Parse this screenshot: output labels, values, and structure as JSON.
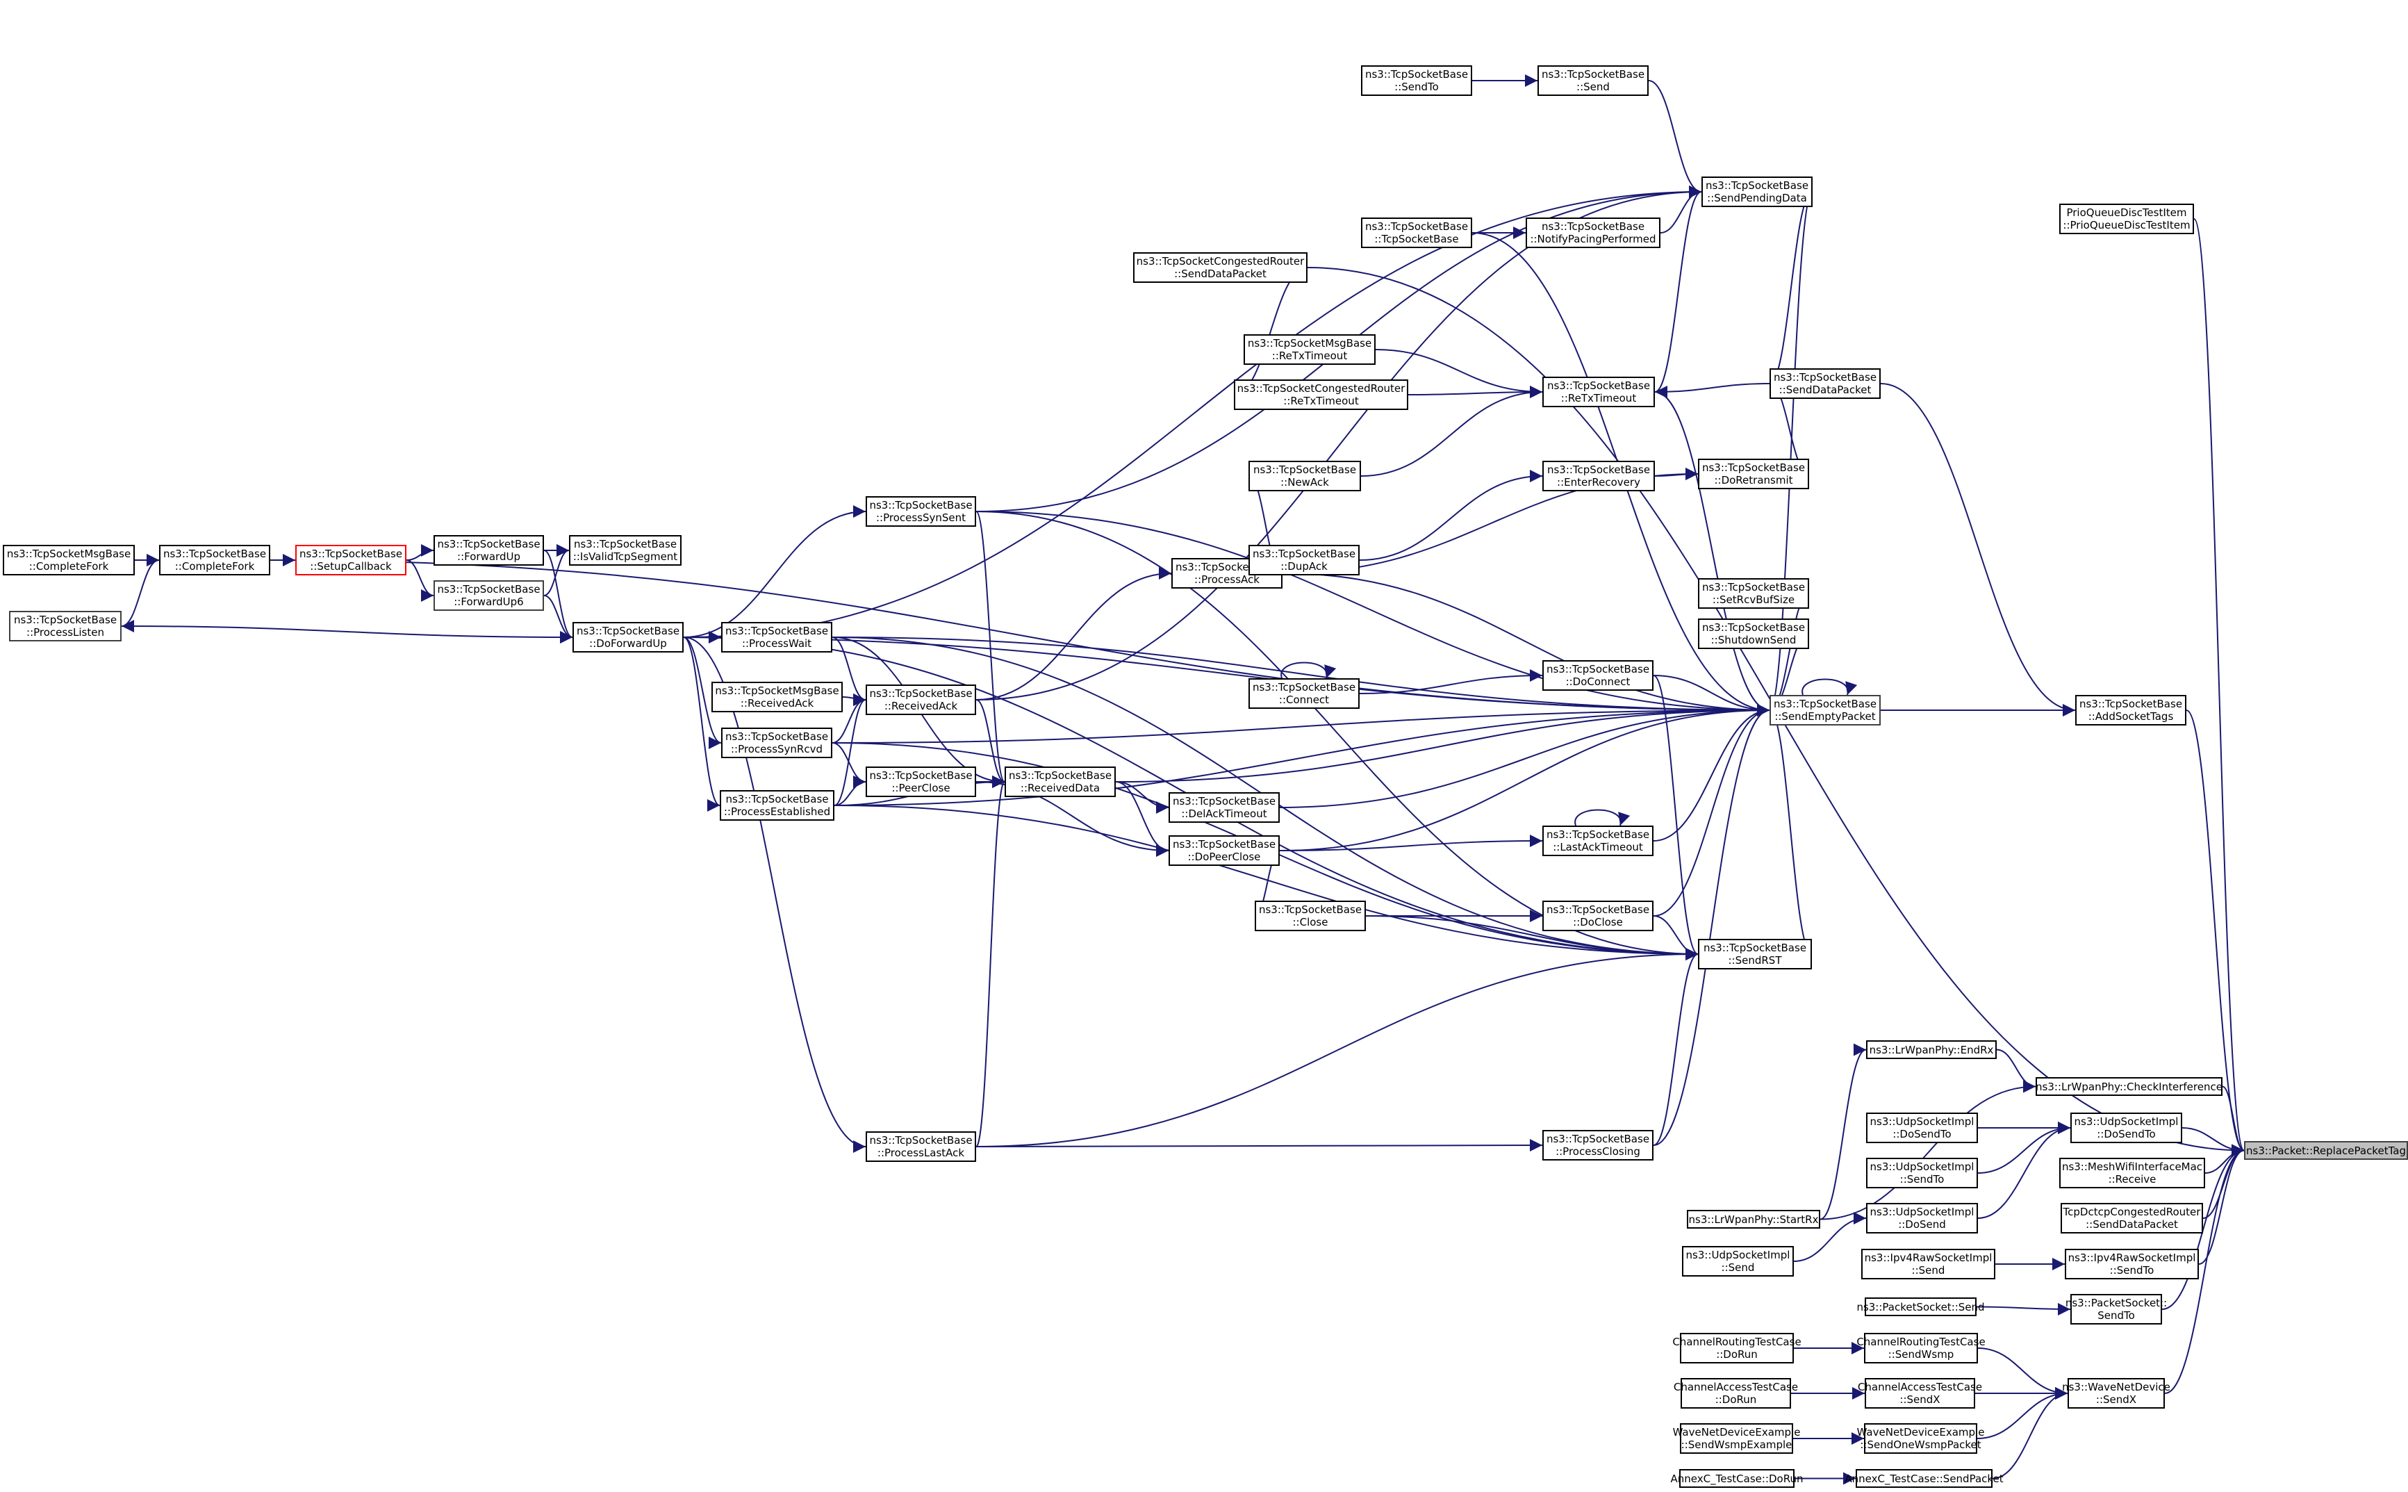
{
  "diagram": {
    "type": "doxygen-caller-graph",
    "target": "ns3::Packet::ReplacePacketTag",
    "colors": {
      "edge": "#191970",
      "target_fill": "#bfbfbf",
      "highlight_border": "#ff0000",
      "node_border": "#000000"
    },
    "nodes": {
      "msgbase_completefork": [
        "ns3::TcpSocketMsgBase",
        "::CompleteFork"
      ],
      "completefork": [
        "ns3::TcpSocketBase",
        "::CompleteFork"
      ],
      "setupcallback": [
        "ns3::TcpSocketBase",
        "::SetupCallback"
      ],
      "processlisten": [
        "ns3::TcpSocketBase",
        "::ProcessListen"
      ],
      "forwardup": [
        "ns3::TcpSocketBase",
        "::ForwardUp"
      ],
      "forwardup6": [
        "ns3::TcpSocketBase",
        "::ForwardUp6"
      ],
      "isvalidtcpsegment": [
        "ns3::TcpSocketBase",
        "::IsValidTcpSegment"
      ],
      "doforwardup": [
        "ns3::TcpSocketBase",
        "::DoForwardUp"
      ],
      "processwait": [
        "ns3::TcpSocketBase",
        "::ProcessWait"
      ],
      "msgbase_receivedack": [
        "ns3::TcpSocketMsgBase",
        "::ReceivedAck"
      ],
      "receivedack": [
        "ns3::TcpSocketBase",
        "::ReceivedAck"
      ],
      "processsynrcvd": [
        "ns3::TcpSocketBase",
        "::ProcessSynRcvd"
      ],
      "processestablished": [
        "ns3::TcpSocketBase",
        "::ProcessEstablished"
      ],
      "peerclose": [
        "ns3::TcpSocketBase",
        "::PeerClose"
      ],
      "processsynsent": [
        "ns3::TcpSocketBase",
        "::ProcessSynSent"
      ],
      "processlastack": [
        "ns3::TcpSocketBase",
        "::ProcessLastAck"
      ],
      "receiveddata": [
        "ns3::TcpSocketBase",
        "::ReceivedData"
      ],
      "processack": [
        "ns3::TcpSocketBase",
        "::ProcessAck"
      ],
      "delacktimeout": [
        "ns3::TcpSocketBase",
        "::DelAckTimeout"
      ],
      "dopeerclose": [
        "ns3::TcpSocketBase",
        "::DoPeerClose"
      ],
      "congrouter_senddatapacket": [
        "ns3::TcpSocketCongestedRouter",
        "::SendDataPacket"
      ],
      "msgbase_retxtimeout": [
        "ns3::TcpSocketMsgBase",
        "::ReTxTimeout"
      ],
      "congrouter_retxtimeout": [
        "ns3::TcpSocketCongestedRouter",
        "::ReTxTimeout"
      ],
      "newack": [
        "ns3::TcpSocketBase",
        "::NewAck"
      ],
      "dupack": [
        "ns3::TcpSocketBase",
        "::DupAck"
      ],
      "connect": [
        "ns3::TcpSocketBase",
        "::Connect"
      ],
      "close": [
        "ns3::TcpSocketBase",
        "::Close"
      ],
      "sendto": [
        "ns3::TcpSocketBase",
        "::SendTo"
      ],
      "send": [
        "ns3::TcpSocketBase",
        "::Send"
      ],
      "tcpsocketbase_ctor": [
        "ns3::TcpSocketBase",
        "::TcpSocketBase"
      ],
      "notifypacing": [
        "ns3::TcpSocketBase",
        "::NotifyPacingPerformed"
      ],
      "retxtimeout": [
        "ns3::TcpSocketBase",
        "::ReTxTimeout"
      ],
      "enterrecovery": [
        "ns3::TcpSocketBase",
        "::EnterRecovery"
      ],
      "doconnect": [
        "ns3::TcpSocketBase",
        "::DoConnect"
      ],
      "lastacktimeout": [
        "ns3::TcpSocketBase",
        "::LastAckTimeout"
      ],
      "doclose": [
        "ns3::TcpSocketBase",
        "::DoClose"
      ],
      "processclosing": [
        "ns3::TcpSocketBase",
        "::ProcessClosing"
      ],
      "sendpendingdata": [
        "ns3::TcpSocketBase",
        "::SendPendingData"
      ],
      "doretransmit": [
        "ns3::TcpSocketBase",
        "::DoRetransmit"
      ],
      "setrcvbufsize": [
        "ns3::TcpSocketBase",
        "::SetRcvBufSize"
      ],
      "shutdownsend": [
        "ns3::TcpSocketBase",
        "::ShutdownSend"
      ],
      "sendrst": [
        "ns3::TcpSocketBase",
        "::SendRST"
      ],
      "senddatapacket": [
        "ns3::TcpSocketBase",
        "::SendDataPacket"
      ],
      "sendemptypacket": [
        "ns3::TcpSocketBase",
        "::SendEmptyPacket"
      ],
      "addsockettags": [
        "ns3::TcpSocketBase",
        "::AddSocketTags"
      ],
      "lrwpan_endrx": [
        "ns3::LrWpanPhy::EndRx"
      ],
      "lrwpan_checkinterference": [
        "ns3::LrWpanPhy::CheckInterference"
      ],
      "lrwpan_startrx": [
        "ns3::LrWpanPhy::StartRx"
      ],
      "udp_dosendto_a": [
        "ns3::UdpSocketImpl",
        "::DoSendTo"
      ],
      "udp_dosendto_b": [
        "ns3::UdpSocketImpl",
        "::DoSendTo"
      ],
      "udp_sendto": [
        "ns3::UdpSocketImpl",
        "::SendTo"
      ],
      "udp_dosend": [
        "ns3::UdpSocketImpl",
        "::DoSend"
      ],
      "udp_send": [
        "ns3::UdpSocketImpl",
        "::Send"
      ],
      "meshwifi_receive": [
        "ns3::MeshWifiInterfaceMac",
        "::Receive"
      ],
      "dctcp_senddatapacket": [
        "TcpDctcpCongestedRouter",
        "::SendDataPacket"
      ],
      "ipv4raw_send": [
        "ns3::Ipv4RawSocketImpl",
        "::Send"
      ],
      "ipv4raw_sendto": [
        "ns3::Ipv4RawSocketImpl",
        "::SendTo"
      ],
      "packetsocket_send": [
        "ns3::PacketSocket::Send"
      ],
      "packetsocket_sendto": [
        "ns3::PacketSocket::",
        "SendTo"
      ],
      "chrouting_dorun": [
        "ChannelRoutingTestCase",
        "::DoRun"
      ],
      "chrouting_sendwsmp": [
        "ChannelRoutingTestCase",
        "::SendWsmp"
      ],
      "chaccess_dorun": [
        "ChannelAccessTestCase",
        "::DoRun"
      ],
      "chaccess_sendx": [
        "ChannelAccessTestCase",
        "::SendX"
      ],
      "wave_sendwsmpexample": [
        "WaveNetDeviceExample",
        "::SendWsmpExample"
      ],
      "wave_sendonewsmppacket": [
        "WaveNetDeviceExample",
        "::SendOneWsmpPacket"
      ],
      "annexc_dorun": [
        "AnnexC_TestCase::DoRun"
      ],
      "annexc_sendpacket": [
        "AnnexC_TestCase::SendPacket"
      ],
      "wavenetdevice_sendx": [
        "ns3::WaveNetDevice",
        "::SendX"
      ],
      "prioqueue_item": [
        "PrioQueueDiscTestItem",
        "::PrioQueueDiscTestItem"
      ],
      "replacepackettag": [
        "ns3::Packet::ReplacePacketTag"
      ]
    },
    "edges": [
      [
        "msgbase_completefork",
        "completefork"
      ],
      [
        "processlisten",
        "completefork"
      ],
      [
        "completefork",
        "setupcallback"
      ],
      [
        "setupcallback",
        "forwardup"
      ],
      [
        "setupcallback",
        "forwardup6"
      ],
      [
        "forwardup",
        "isvalidtcpsegment"
      ],
      [
        "forwardup6",
        "isvalidtcpsegment"
      ],
      [
        "forwardup",
        "doforwardup"
      ],
      [
        "forwardup6",
        "doforwardup"
      ],
      [
        "doforwardup",
        "processlisten"
      ],
      [
        "doforwardup",
        "processwait"
      ],
      [
        "doforwardup",
        "processsynsent"
      ],
      [
        "doforwardup",
        "processsynrcvd"
      ],
      [
        "doforwardup",
        "processestablished"
      ],
      [
        "doforwardup",
        "processlastack"
      ],
      [
        "processwait",
        "receivedack"
      ],
      [
        "msgbase_receivedack",
        "receivedack"
      ],
      [
        "processsynrcvd",
        "receivedack"
      ],
      [
        "processestablished",
        "receivedack"
      ],
      [
        "processsynrcvd",
        "peerclose"
      ],
      [
        "processestablished",
        "peerclose"
      ],
      [
        "receivedack",
        "receiveddata"
      ],
      [
        "peerclose",
        "receiveddata"
      ],
      [
        "processestablished",
        "receiveddata"
      ],
      [
        "processsynsent",
        "receiveddata"
      ],
      [
        "processwait",
        "receiveddata"
      ],
      [
        "processlastack",
        "receiveddata"
      ],
      [
        "receivedack",
        "processack"
      ],
      [
        "processack",
        "newack"
      ],
      [
        "processack",
        "dupack"
      ],
      [
        "receiveddata",
        "delacktimeout"
      ],
      [
        "receiveddata",
        "dopeerclose"
      ],
      [
        "peerclose",
        "dopeerclose"
      ],
      [
        "dopeerclose",
        "lastacktimeout"
      ],
      [
        "dopeerclose",
        "close"
      ],
      [
        "close",
        "doclose"
      ],
      [
        "close",
        "sendrst"
      ],
      [
        "doclose",
        "sendrst"
      ],
      [
        "newack",
        "retxtimeout"
      ],
      [
        "msgbase_retxtimeout",
        "retxtimeout"
      ],
      [
        "congrouter_retxtimeout",
        "retxtimeout"
      ],
      [
        "congrouter_senddatapacket",
        "congrouter_retxtimeout"
      ],
      [
        "dupack",
        "enterrecovery"
      ],
      [
        "enterrecovery",
        "doretransmit"
      ],
      [
        "processack",
        "doretransmit"
      ],
      [
        "connect",
        "doconnect"
      ],
      [
        "connect",
        "connect"
      ],
      [
        "lastacktimeout",
        "lastacktimeout"
      ],
      [
        "processlastack",
        "processclosing"
      ],
      [
        "sendto",
        "send"
      ],
      [
        "send",
        "sendpendingdata"
      ],
      [
        "tcpsocketbase_ctor",
        "notifypacing"
      ],
      [
        "notifypacing",
        "sendpendingdata"
      ],
      [
        "retxtimeout",
        "sendpendingdata"
      ],
      [
        "processsynsent",
        "sendpendingdata"
      ],
      [
        "receivedack",
        "sendpendingdata"
      ],
      [
        "doforwardup",
        "sendpendingdata"
      ],
      [
        "sendpendingdata",
        "senddatapacket"
      ],
      [
        "doretransmit",
        "senddatapacket"
      ],
      [
        "senddatapacket",
        "retxtimeout"
      ],
      [
        "senddatapacket",
        "addsockettags"
      ],
      [
        "doconnect",
        "sendemptypacket"
      ],
      [
        "setrcvbufsize",
        "sendemptypacket"
      ],
      [
        "shutdownsend",
        "sendemptypacket"
      ],
      [
        "sendemptypacket",
        "sendemptypacket"
      ],
      [
        "sendemptypacket",
        "addsockettags"
      ],
      [
        "addsockettags",
        "replacepackettag"
      ],
      [
        "tcpsocketbase_ctor",
        "sendemptypacket"
      ],
      [
        "lrwpan_endrx",
        "lrwpan_checkinterference"
      ],
      [
        "lrwpan_startrx",
        "lrwpan_endrx"
      ],
      [
        "lrwpan_startrx",
        "lrwpan_checkinterference"
      ],
      [
        "lrwpan_checkinterference",
        "replacepackettag"
      ],
      [
        "udp_dosendto_a",
        "udp_dosendto_b"
      ],
      [
        "udp_sendto",
        "udp_dosendto_b"
      ],
      [
        "udp_dosend",
        "udp_dosendto_b"
      ],
      [
        "udp_send",
        "udp_dosend"
      ],
      [
        "udp_dosendto_b",
        "replacepackettag"
      ],
      [
        "meshwifi_receive",
        "replacepackettag"
      ],
      [
        "dctcp_senddatapacket",
        "replacepackettag"
      ],
      [
        "ipv4raw_send",
        "ipv4raw_sendto"
      ],
      [
        "ipv4raw_sendto",
        "replacepackettag"
      ],
      [
        "packetsocket_send",
        "packetsocket_sendto"
      ],
      [
        "packetsocket_sendto",
        "replacepackettag"
      ],
      [
        "chrouting_dorun",
        "chrouting_sendwsmp"
      ],
      [
        "chaccess_dorun",
        "chaccess_sendx"
      ],
      [
        "wave_sendwsmpexample",
        "wave_sendonewsmppacket"
      ],
      [
        "annexc_dorun",
        "annexc_sendpacket"
      ],
      [
        "chrouting_sendwsmp",
        "wavenetdevice_sendx"
      ],
      [
        "chaccess_sendx",
        "wavenetdevice_sendx"
      ],
      [
        "wave_sendonewsmppacket",
        "wavenetdevice_sendx"
      ],
      [
        "annexc_sendpacket",
        "wavenetdevice_sendx"
      ],
      [
        "wavenetdevice_sendx",
        "replacepackettag"
      ],
      [
        "prioqueue_item",
        "replacepackettag"
      ],
      [
        "congrouter_senddatapacket",
        "replacepackettag"
      ],
      [
        "sendrst",
        "sendemptypacket"
      ],
      [
        "doclose",
        "sendemptypacket"
      ],
      [
        "dopeerclose",
        "sendemptypacket"
      ],
      [
        "lastacktimeout",
        "sendemptypacket"
      ],
      [
        "delacktimeout",
        "sendemptypacket"
      ],
      [
        "receiveddata",
        "sendemptypacket"
      ],
      [
        "processsynrcvd",
        "sendemptypacket"
      ],
      [
        "processwait",
        "sendemptypacket"
      ],
      [
        "processsynsent",
        "sendemptypacket"
      ],
      [
        "processclosing",
        "sendemptypacket"
      ],
      [
        "processestablished",
        "sendemptypacket"
      ],
      [
        "processack",
        "sendemptypacket"
      ],
      [
        "retxtimeout",
        "sendemptypacket"
      ],
      [
        "completefork",
        "sendemptypacket"
      ],
      [
        "doforwardup",
        "sendemptypacket"
      ],
      [
        "sendpendingdata",
        "sendemptypacket"
      ],
      [
        "processsynsent",
        "sendrst"
      ],
      [
        "processwait",
        "sendrst"
      ],
      [
        "processsynrcvd",
        "sendrst"
      ],
      [
        "processestablished",
        "sendrst"
      ],
      [
        "processlastack",
        "sendrst"
      ],
      [
        "doconnect",
        "sendrst"
      ],
      [
        "processclosing",
        "sendrst"
      ],
      [
        "doforwardup",
        "sendrst"
      ]
    ]
  }
}
